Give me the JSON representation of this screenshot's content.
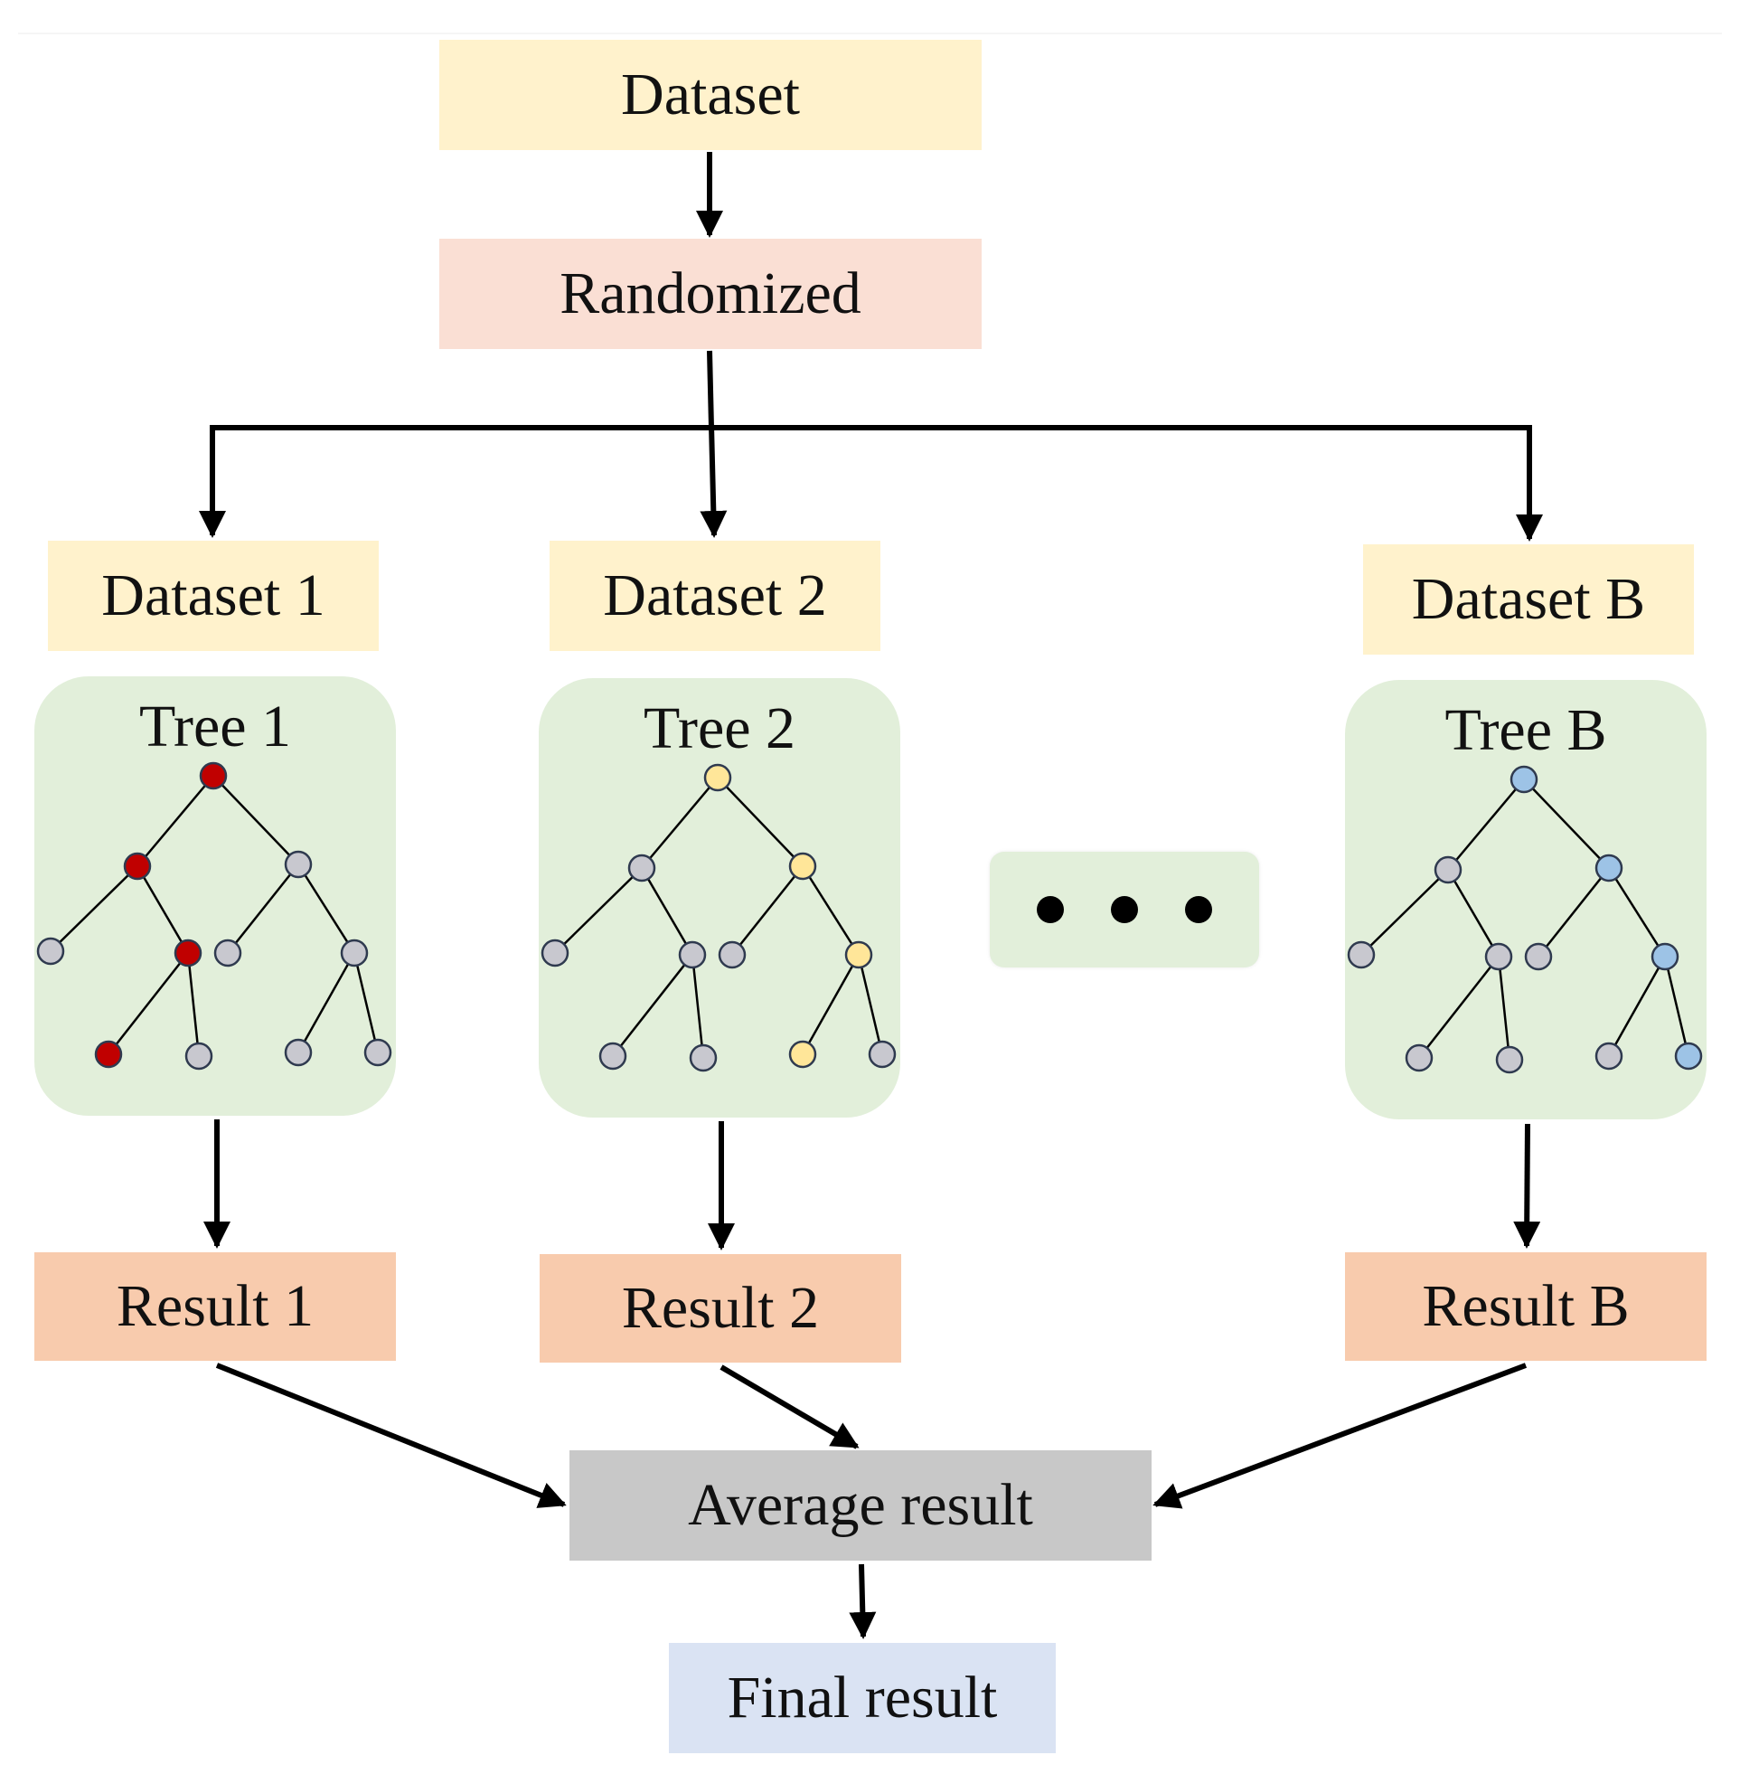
{
  "dataset_label": "Dataset",
  "randomized_label": "Randomized",
  "average_label": "Average result",
  "final_label": "Final result",
  "colors": {
    "dataset_fill": "#fff2cc",
    "randomized_fill": "#fadfd4",
    "result_fill": "#f8cbad",
    "average_fill": "#c8c8c8",
    "final_fill": "#dae3f3",
    "tree_panel_fill": "#e2efda",
    "node_gray": "#c8c8cf",
    "node_red": "#c00000",
    "node_yellow": "#ffe699",
    "node_blue": "#9dc3e6"
  },
  "branches": [
    {
      "dataset_label": "Dataset 1",
      "tree_label": "Tree 1",
      "result_label": "Result 1",
      "highlight_color": "red",
      "highlighted_nodes": [
        "root",
        "L",
        "LR",
        "LRL"
      ]
    },
    {
      "dataset_label": "Dataset 2",
      "tree_label": "Tree 2",
      "result_label": "Result 2",
      "highlight_color": "yellow",
      "highlighted_nodes": [
        "root",
        "R",
        "RR",
        "RRL"
      ]
    },
    {
      "dataset_label": "Dataset B",
      "tree_label": "Tree B",
      "result_label": "Result B",
      "highlight_color": "blue",
      "highlighted_nodes": [
        "root",
        "R",
        "RR",
        "RRR"
      ]
    }
  ]
}
